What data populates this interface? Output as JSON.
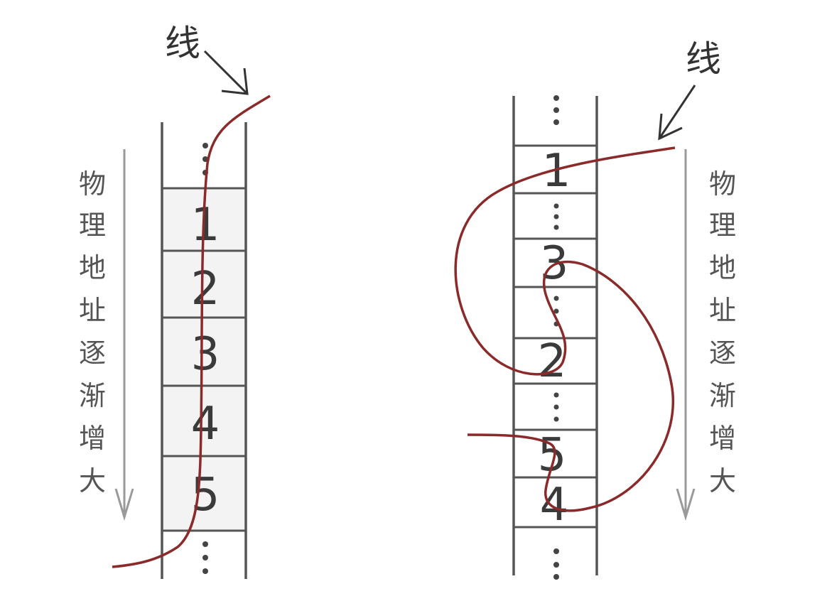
{
  "left": {
    "line_label": "线",
    "axis_text": [
      "物",
      "理",
      "地",
      "址",
      "逐",
      "渐",
      "增",
      "大"
    ],
    "cells": [
      "1",
      "2",
      "3",
      "4",
      "5"
    ]
  },
  "right": {
    "line_label": "线",
    "axis_text": [
      "物",
      "理",
      "地",
      "址",
      "逐",
      "渐",
      "增",
      "大"
    ],
    "cells": [
      "1",
      "⋮",
      "3",
      "⋮",
      "2",
      "⋮",
      "5",
      "4"
    ]
  },
  "colors": {
    "curve": "#8b2a2a",
    "frame": "#555555",
    "cell_fill": "#f3f3f3",
    "axis": "#9a9a9a"
  }
}
